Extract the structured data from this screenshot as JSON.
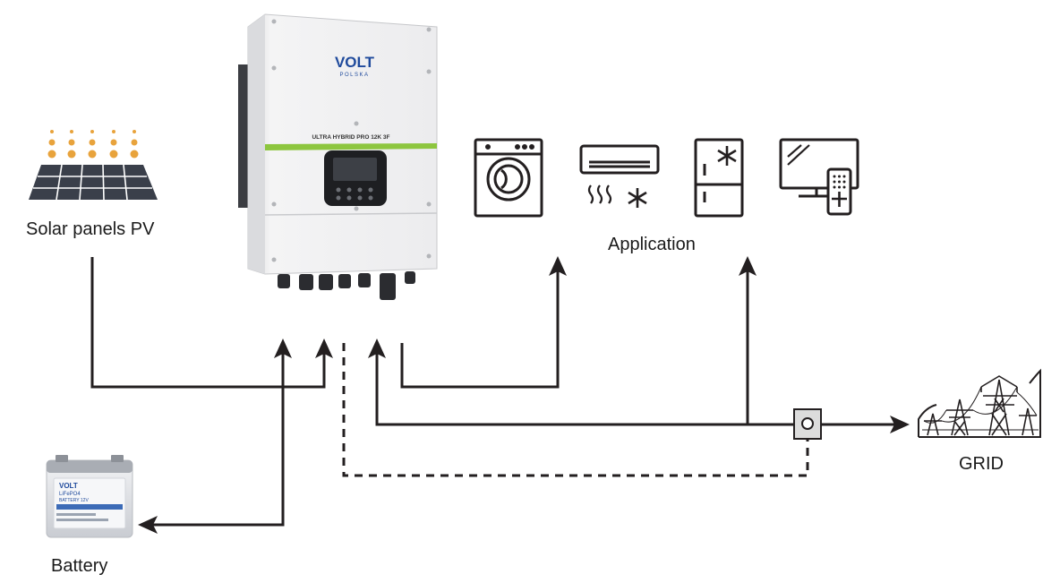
{
  "labels": {
    "solar": "Solar panels PV",
    "application": "Application",
    "grid": "GRID",
    "battery": "Battery"
  },
  "inverter": {
    "brand": "VOLT",
    "brand_sub": "POLSKA",
    "model": "ULTRA HYBRID PRO 12K 3F"
  },
  "battery_device": {
    "brand": "VOLT",
    "line1": "LiFePO4",
    "line2": "BATTERY 12V"
  },
  "icons": {
    "solar": "solar-panel-icon",
    "washer": "washing-machine-icon",
    "ac": "air-conditioner-icon",
    "fridge": "refrigerator-icon",
    "tv": "tv-remote-icon",
    "meter": "energy-meter-icon",
    "grid": "power-pylons-icon"
  },
  "colors": {
    "line": "#231f20",
    "sun_dots": "#e8a33c",
    "panel": "#3a3f4a",
    "inverter_stripe": "#8dc63f",
    "brand_blue": "#1f4a9c"
  }
}
